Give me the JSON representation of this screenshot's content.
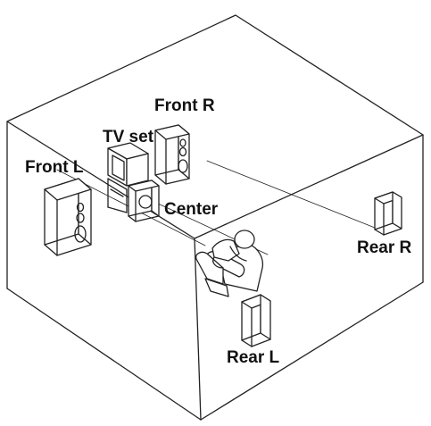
{
  "labels": {
    "front_r": "Front R",
    "tv_set": "TV set",
    "front_l": "Front L",
    "center": "Center",
    "rear_r": "Rear R",
    "rear_l": "Rear L"
  },
  "colors": {
    "line": "#222222",
    "background": "#ffffff",
    "text": "#111111"
  }
}
